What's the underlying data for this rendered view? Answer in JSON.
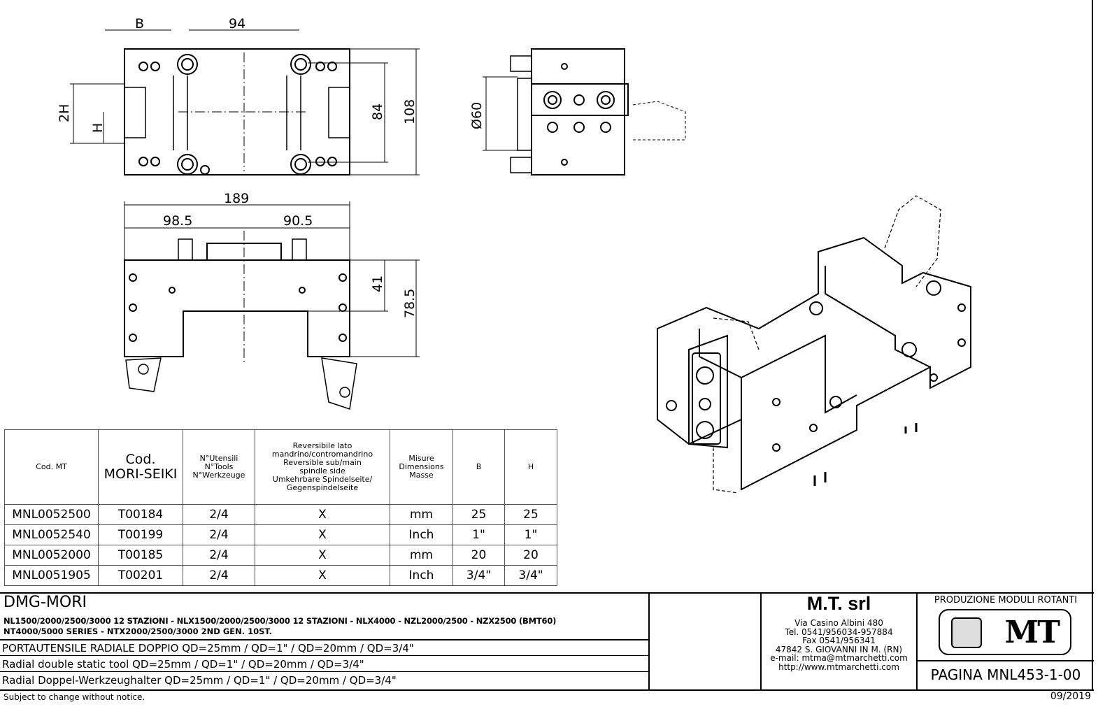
{
  "drawing": {
    "front_view": {
      "dim_b": "B",
      "dim_width_inner": "94",
      "dim_2h": "2H",
      "dim_h": "H",
      "dim_84": "84",
      "dim_108": "108"
    },
    "side_view": {
      "dim_diameter": "Ø60"
    },
    "top_view": {
      "dim_total": "189",
      "dim_left": "98.5",
      "dim_right": "90.5",
      "dim_41": "41",
      "dim_785": "78.5"
    }
  },
  "spec_table": {
    "headers": [
      "Cod. MT",
      "Cod.\nMORI-SEIKI",
      "N°Utensili\nN°Tools\nN°Werkzeuge",
      "Reversibile lato\nmandrino/contromandrino\nReversible sub/main\nspindle side\nUmkehrbare Spindelseite/\nGegenspindelseite",
      "Misure\nDimensions\nMasse",
      "B",
      "H"
    ],
    "rows": [
      [
        "MNL0052500",
        "T00184",
        "2/4",
        "X",
        "mm",
        "25",
        "25"
      ],
      [
        "MNL0052540",
        "T00199",
        "2/4",
        "X",
        "Inch",
        "1\"",
        "1\""
      ],
      [
        "MNL0052000",
        "T00185",
        "2/4",
        "X",
        "mm",
        "20",
        "20"
      ],
      [
        "MNL0051905",
        "T00201",
        "2/4",
        "X",
        "Inch",
        "3/4\"",
        "3/4\""
      ]
    ]
  },
  "title_block": {
    "machine_brand": "DMG-MORI",
    "models_line1": "NL1500/2000/2500/3000 12 STAZIONI - NLX1500/2000/2500/3000 12 STAZIONI - NLX4000 - NZL2000/2500 - NZX2500 (BMT60)",
    "models_line2": "NT4000/5000 SERIES - NTX2000/2500/3000 2ND GEN. 10ST.",
    "desc_it": "PORTAUTENSILE RADIALE DOPPIO QD=25mm / QD=1\" / QD=20mm / QD=3/4\"",
    "desc_en": "Radial double static tool QD=25mm / QD=1\" / QD=20mm / QD=3/4\"",
    "desc_de": "Radial Doppel-Werkzeughalter QD=25mm / QD=1\" / QD=20mm / QD=3/4\"",
    "company": {
      "name": "M.T. srl",
      "address": "Via Casino Albini 480",
      "tel": "Tel. 0541/956034-957884",
      "fax": "Fax 0541/956341",
      "city": "47842 S. GIOVANNI IN M. (RN)",
      "email": "e-mail: mtma@mtmarchetti.com",
      "web": "http://www.mtmarchetti.com"
    },
    "division": "PRODUZIONE MODULI ROTANTI",
    "logo_text": "MT",
    "page": "PAGINA MNL453-1-00"
  },
  "footer": {
    "notice": "Subject to change without notice.",
    "date": "09/2019"
  }
}
